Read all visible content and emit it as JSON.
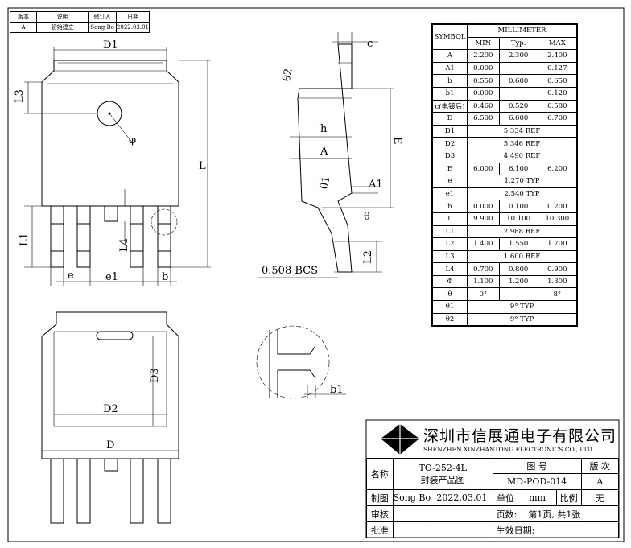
{
  "revision_table": {
    "headers": [
      "版本",
      "说明",
      "修订人",
      "日期"
    ],
    "rows": [
      [
        "A",
        "初始建立",
        "Song Bo",
        "2022.03.01"
      ]
    ]
  },
  "drawing_labels": {
    "D1": "D1",
    "L3": "L3",
    "L": "L",
    "L1": "L1",
    "L4": "L4",
    "phi": "φ",
    "e": "e",
    "e1": "e1",
    "b": "b",
    "c": "c",
    "theta2": "θ2",
    "h": "h",
    "A": "A",
    "E": "E",
    "theta1": "θ1",
    "A1": "A1",
    "theta": "θ",
    "L2": "L2",
    "bcs": "0.508 BCS",
    "D2": "D2",
    "D3": "D3",
    "D": "D",
    "b1": "b1"
  },
  "dimension_table": {
    "symbol_header": "SYMBOL",
    "unit_header": "MILLIMETER",
    "col_headers": [
      "MIN",
      "Typ.",
      "MAX"
    ],
    "rows": [
      {
        "symbol": "A",
        "min": "2.200",
        "typ": "2.300",
        "max": "2.400"
      },
      {
        "symbol": "A1",
        "min": "0.000",
        "typ": "",
        "max": "0.127"
      },
      {
        "symbol": "b",
        "min": "0.550",
        "typ": "0.600",
        "max": "0.650"
      },
      {
        "symbol": "b1",
        "min": "0.000",
        "typ": "",
        "max": "0.120"
      },
      {
        "symbol": "c(电镀后)",
        "min": "0.460",
        "typ": "0.520",
        "max": "0.580"
      },
      {
        "symbol": "D",
        "min": "6.500",
        "typ": "6.600",
        "max": "6.700"
      },
      {
        "symbol": "D1",
        "ref": "5.334 REF"
      },
      {
        "symbol": "D2",
        "ref": "5.346 REF"
      },
      {
        "symbol": "D3",
        "ref": "4.490 REF"
      },
      {
        "symbol": "E",
        "min": "6.000",
        "typ": "6.100",
        "max": "6.200"
      },
      {
        "symbol": "e",
        "ref": "1.270 TYP"
      },
      {
        "symbol": "e1",
        "ref": "2.540 TYP"
      },
      {
        "symbol": "h",
        "min": "0.000",
        "typ": "0.100",
        "max": "0.200"
      },
      {
        "symbol": "L",
        "min": "9.900",
        "typ": "10.100",
        "max": "10.300"
      },
      {
        "symbol": "L1",
        "ref": "2.988 REF"
      },
      {
        "symbol": "L2",
        "min": "1.400",
        "typ": "1.550",
        "max": "1.700"
      },
      {
        "symbol": "L3",
        "ref": "1.600 REF"
      },
      {
        "symbol": "L4",
        "min": "0.700",
        "typ": "0.800",
        "max": "0.900"
      },
      {
        "symbol": "Φ",
        "min": "1.100",
        "typ": "1.200",
        "max": "1.300"
      },
      {
        "symbol": "θ",
        "min": "0°",
        "typ": "",
        "max": "8°"
      },
      {
        "symbol": "θ1",
        "ref": "9° TYP"
      },
      {
        "symbol": "θ2",
        "ref": "9° TYP"
      }
    ]
  },
  "title_block": {
    "company_cn": "深圳市信展通电子有限公司",
    "company_en": "SHENZHEN XINZHANTONG ELECTRONICS CO., LTD.",
    "name_label": "名称",
    "name_line1": "TO-252-4L",
    "name_line2": "封装产品图",
    "drawing_no_label": "图 号",
    "drawing_no": "MD-POD-014",
    "version_label": "版 次",
    "version": "A",
    "drawn_label": "制图",
    "drawn_by": "Song Bo",
    "drawn_date": "2022.03.01",
    "unit_label": "单位",
    "unit": "mm",
    "scale_label": "比例",
    "scale": "无",
    "review_label": "审核",
    "pages_label": "页数:",
    "pages": "第1页, 共1张",
    "approve_label": "批准",
    "effective_label": "生效日期:"
  }
}
